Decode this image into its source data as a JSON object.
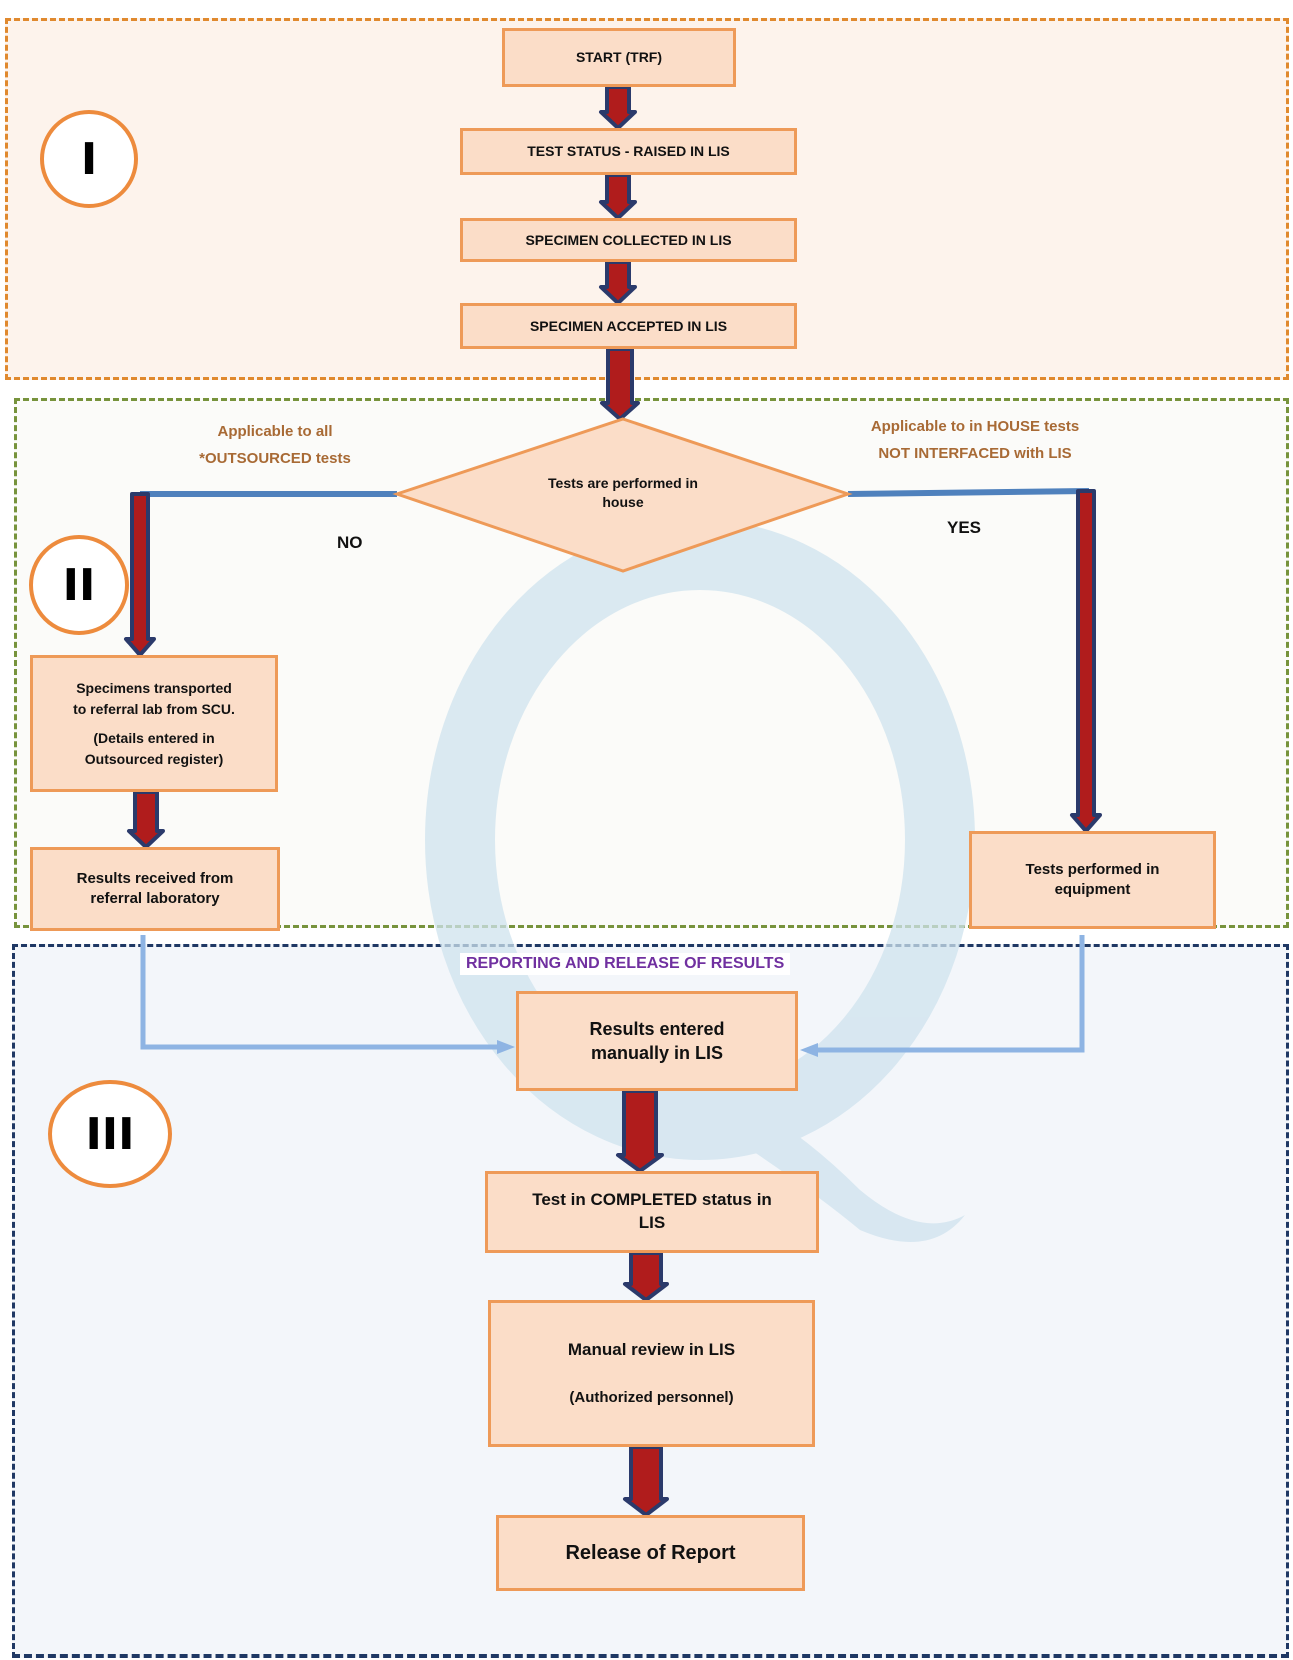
{
  "sections": [
    {
      "roman": "I"
    },
    {
      "roman": "II"
    },
    {
      "roman": "III",
      "banner": "REPORTING AND RELEASE OF RESULTS"
    }
  ],
  "steps": {
    "start": [
      "START (TRF)"
    ],
    "raised": [
      "TEST STATUS - RAISED IN LIS"
    ],
    "collected": [
      "SPECIMEN COLLECTED IN LIS"
    ],
    "accepted": [
      "SPECIMEN ACCEPTED IN LIS"
    ],
    "decision": [
      "Tests are performed in",
      "house"
    ],
    "transported": [
      "Specimens transported",
      "to referral lab from SCU.",
      "(Details entered in",
      "Outsourced register)"
    ],
    "received": [
      "Results received from",
      "referral laboratory"
    ],
    "equipment": [
      "Tests performed in",
      "equipment"
    ],
    "entered": [
      "Results entered",
      "manually in LIS"
    ],
    "completed": [
      "Test in COMPLETED status in",
      "LIS"
    ],
    "review": [
      "Manual review in LIS",
      "(Authorized personnel)"
    ],
    "release": [
      "Release of Report"
    ]
  },
  "branches": {
    "no_label": "NO",
    "yes_label": "YES",
    "left_note": [
      "Applicable to all",
      "*OUTSOURCED tests"
    ],
    "right_note": [
      "Applicable to in HOUSE tests",
      "NOT INTERFACED with LIS"
    ]
  },
  "colors": {
    "box_fill": "#fbddc8",
    "box_border": "#ee9a58",
    "arrow_fill": "#b01c1c",
    "arrow_outline": "#2b3a6b",
    "connector_blue": "#4f81bd",
    "connector_light_blue": "#8eb4e3",
    "watermark": "#cfe3ee"
  },
  "watermark": "Q-logo"
}
